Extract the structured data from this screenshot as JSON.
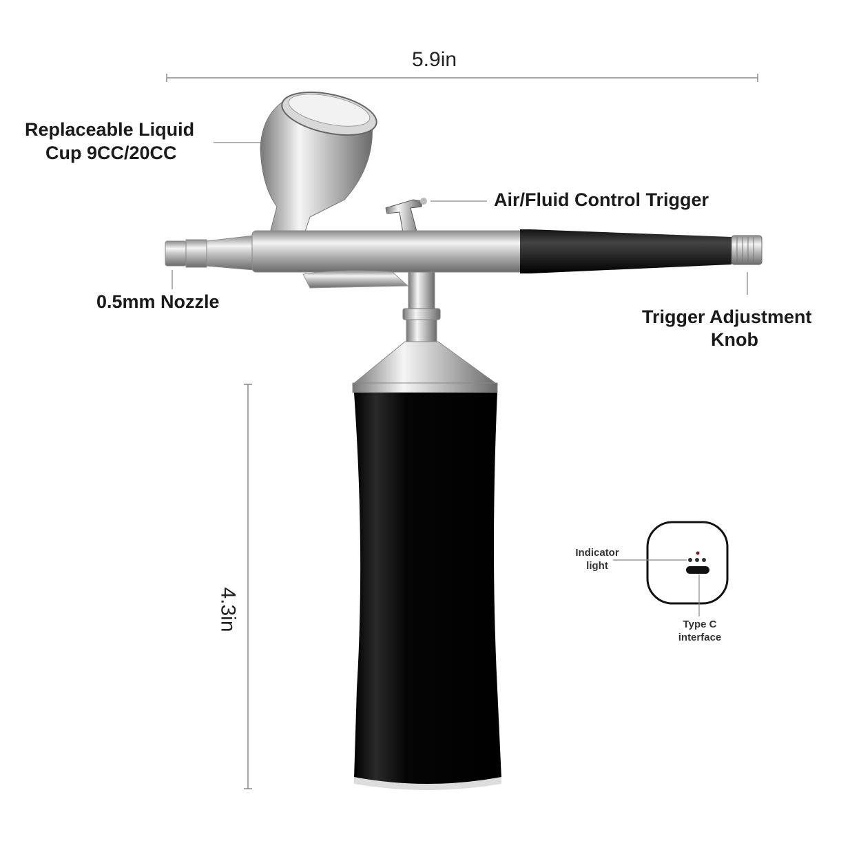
{
  "dimensions": {
    "width_label": "5.9in",
    "height_label": "4.3in"
  },
  "labels": {
    "cup_line1": "Replaceable Liquid",
    "cup_line2": "Cup 9CC/20CC",
    "trigger": "Air/Fluid Control Trigger",
    "nozzle": "0.5mm Nozzle",
    "knob_line1": "Trigger Adjustment",
    "knob_line2": "Knob"
  },
  "inset": {
    "indicator_line1": "Indicator",
    "indicator_line2": "light",
    "port_line1": "Type C",
    "port_line2": "interface"
  },
  "colors": {
    "body": "#0a0a0a",
    "silver": "#c8c8c8",
    "indicator": "#8b1a1a"
  }
}
